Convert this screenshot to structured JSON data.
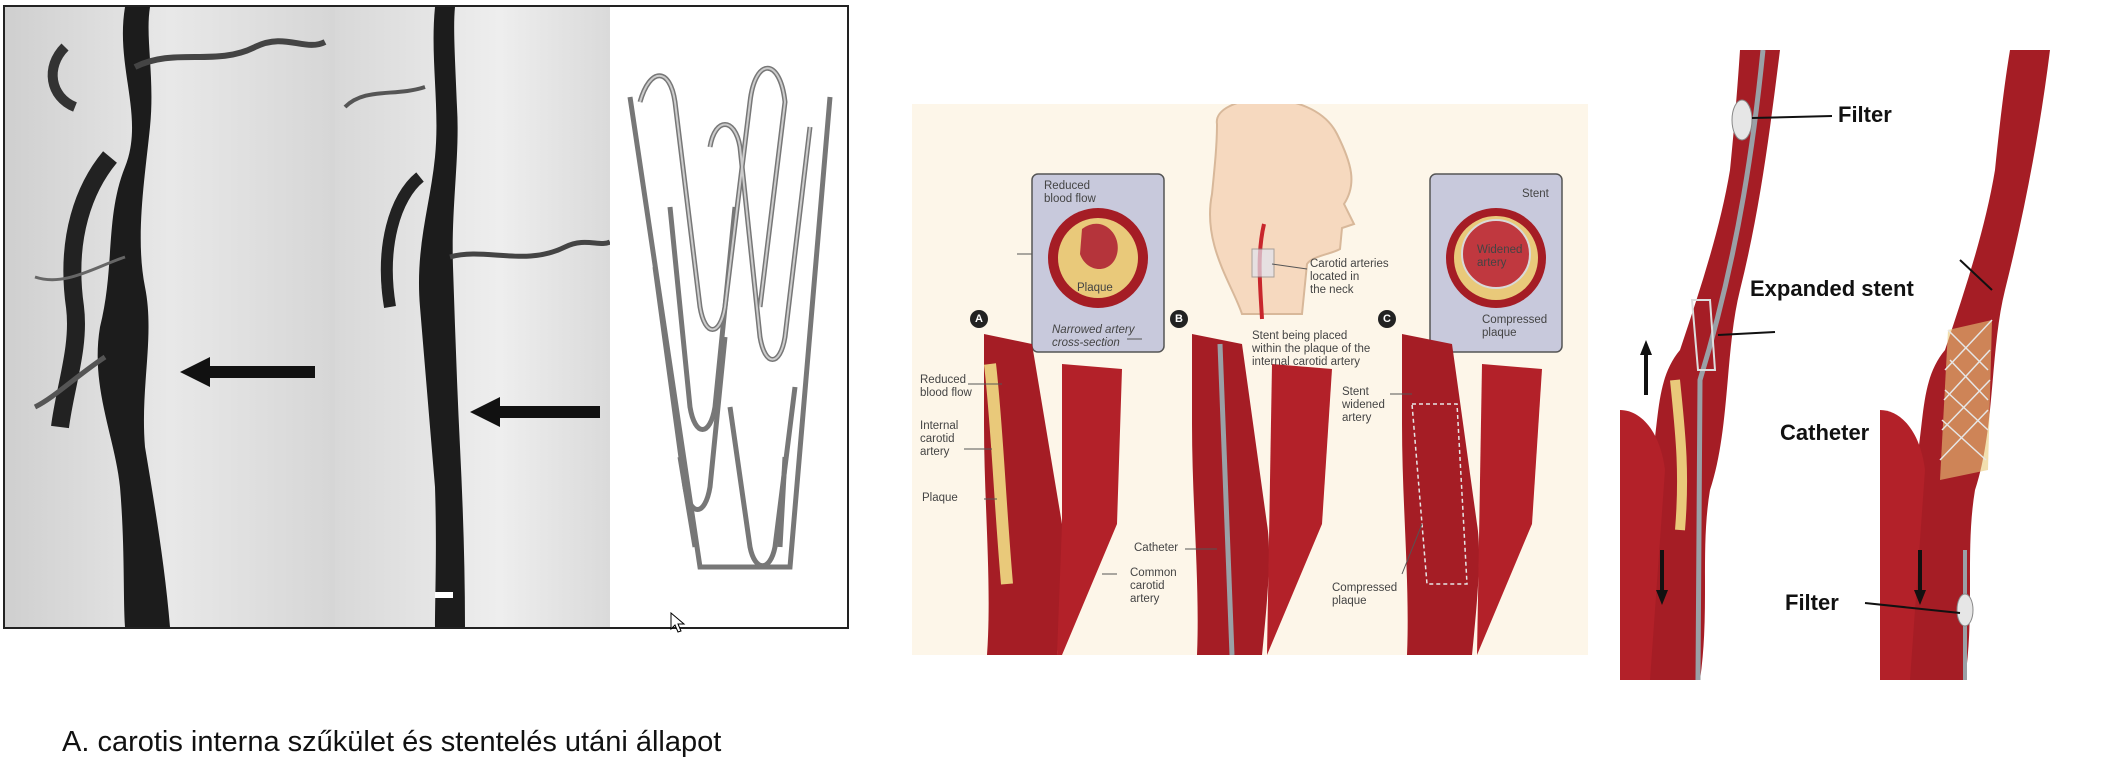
{
  "caption": "A. carotis interna szűkület és stentelés utáni állapot",
  "middle": {
    "inset_a_title": "Reduced\nblood flow",
    "inset_a_plaque": "Plaque",
    "inset_a_caption": "Narrowed artery\ncross-section",
    "inset_c_stent": "Stent",
    "inset_c_widened": "Widened\nartery",
    "inset_c_compressed": "Compressed\nplaque",
    "head_label": "Carotid arteries\nlocated in\nthe neck",
    "badge_a": "A",
    "badge_b": "B",
    "badge_c": "C",
    "a_reduced": "Reduced\nblood flow",
    "a_internal": "Internal\ncarotid\nartery",
    "a_plaque": "Plaque",
    "b_stent_placed": "Stent being placed\nwithin the plaque of the\ninternal carotid artery",
    "b_catheter": "Catheter",
    "b_common": "Common\ncarotid\nartery",
    "c_stent_widened": "Stent\nwidened\nartery",
    "c_compressed": "Compressed\nplaque"
  },
  "right": {
    "filter_top": "Filter",
    "expanded_stent": "Expanded stent",
    "catheter": "Catheter",
    "filter_bottom": "Filter"
  },
  "colors": {
    "artery": "#b01c24",
    "artery_dark": "#7e1218",
    "plaque": "#e9c97a",
    "inset_bg": "#c8c9dc",
    "middle_bg": "#fdf6e9"
  }
}
